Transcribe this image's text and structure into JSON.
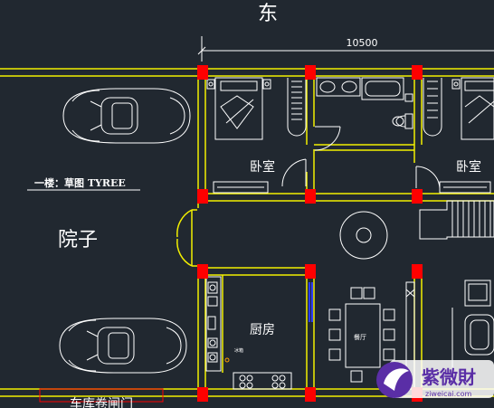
{
  "direction_label": "东",
  "dimension_label": "10500",
  "floor_title": "一楼：草图 TYREE",
  "yard_label": "院子",
  "rooms": {
    "bedroom_left": "卧室",
    "bedroom_right": "卧室",
    "kitchen": "厨房",
    "dining": "餐厅",
    "kitchen_small_note": "冰箱"
  },
  "garage_door_label": "车库卷闸门",
  "watermark_text": "紫微財",
  "watermark_url": "ziweicai.com",
  "colors": {
    "background": "#212830",
    "wall": "#f3f000",
    "column": "#ff0000",
    "furniture": "#ffffff",
    "window": "#2b3cff",
    "label_box": "#ff0000"
  }
}
